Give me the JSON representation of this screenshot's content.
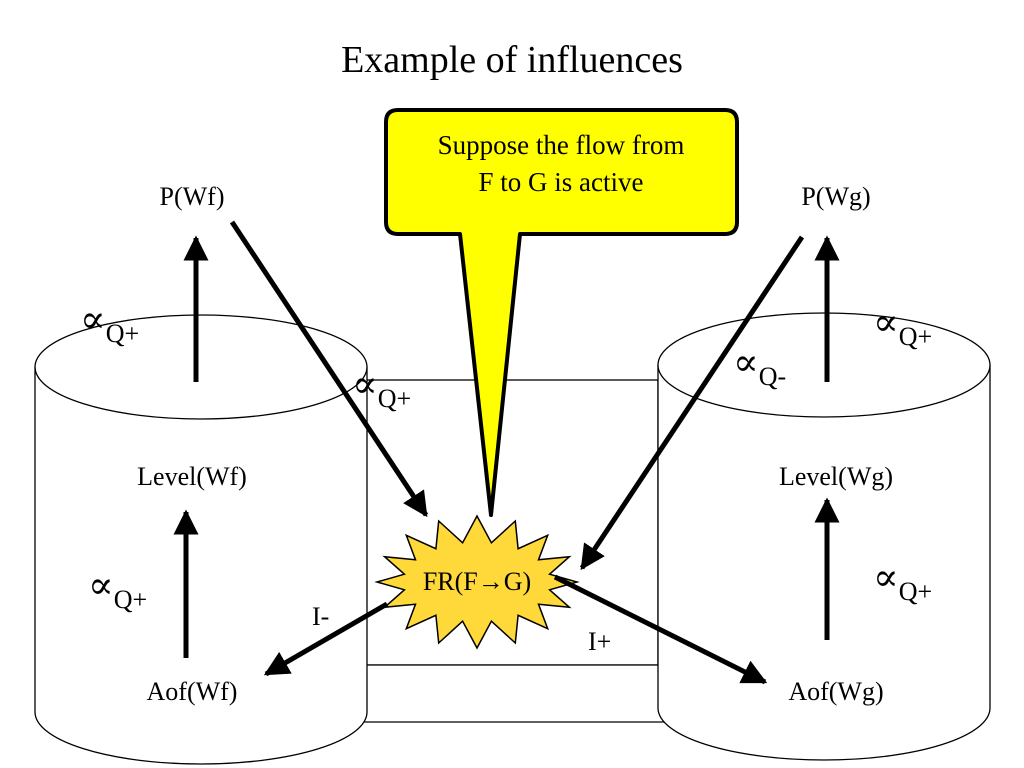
{
  "title": "Example of influences",
  "callout": {
    "line1": "Suppose the flow from",
    "line2": "F to G is active",
    "fill_color": "#ffff00"
  },
  "starburst": {
    "label_prefix": "FR(F",
    "arrow_glyph": "→",
    "label_suffix": "G)",
    "fill_color": "#ffd83a"
  },
  "nodes": {
    "p_wf": "P(Wf)",
    "p_wg": "P(Wg)",
    "level_wf": "Level(Wf)",
    "level_wg": "Level(Wg)",
    "aof_wf": "Aof(Wf)",
    "aof_wg": "Aof(Wg)"
  },
  "influences": {
    "symbol": "∝",
    "q_plus": "Q+",
    "q_minus": "Q-",
    "i_minus": "I-",
    "i_plus": "I+"
  }
}
